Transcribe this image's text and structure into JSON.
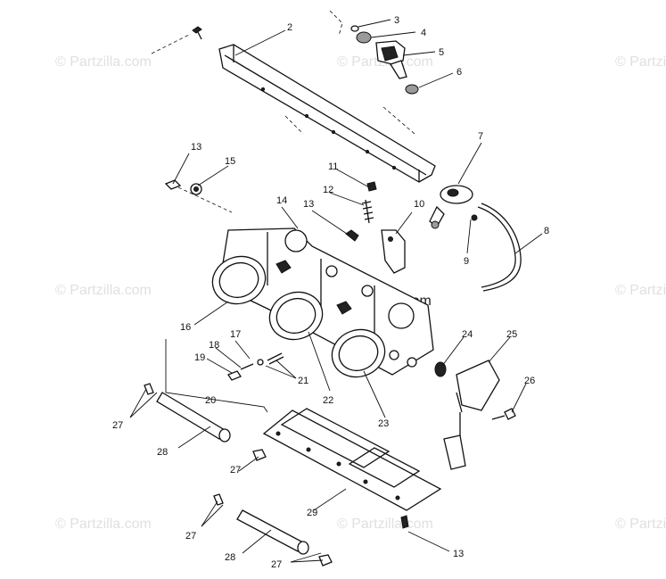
{
  "watermark": {
    "text": "© Partzilla.com",
    "brand_text": "© Partzilla.com"
  },
  "callouts": [
    "2",
    "3",
    "4",
    "5",
    "6",
    "7",
    "8",
    "9",
    "10",
    "11",
    "12",
    "13",
    "13",
    "14",
    "15",
    "16",
    "17",
    "18",
    "19",
    "20",
    "21",
    "22",
    "23",
    "24",
    "25",
    "26",
    "27",
    "27",
    "27",
    "27",
    "28",
    "28",
    "29",
    "13"
  ]
}
